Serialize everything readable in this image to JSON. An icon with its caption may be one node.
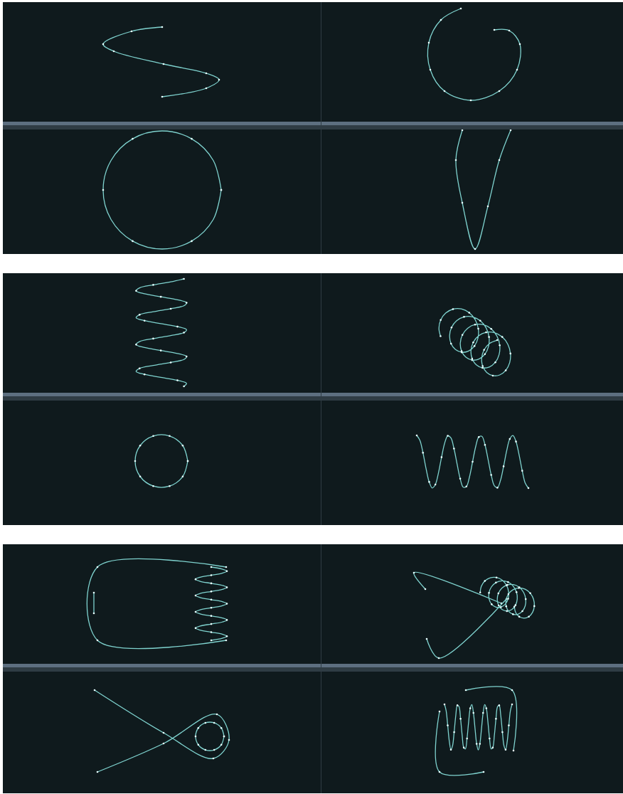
{
  "diagram": {
    "nodes": [
      {
        "text": [],
        "shape": "box"
      },
      {
        "text": [],
        "shape": "picture",
        "in": 0
      },
      {
        "text": [],
        "shape": "picture",
        "in": 0
      },
      {
        "text": [],
        "shape": "picture",
        "in": 0
      },
      {
        "text": [],
        "shape": "picture",
        "in": 0
      },
      {
        "text": [],
        "shape": "box"
      },
      {
        "text": [],
        "shape": "picture",
        "in": 5
      },
      {
        "text": [],
        "shape": "picture",
        "in": 5
      },
      {
        "text": [],
        "shape": "picture",
        "in": 5
      },
      {
        "text": [],
        "shape": "picture",
        "in": 5
      },
      {
        "text": [],
        "shape": "box"
      },
      {
        "text": [],
        "shape": "picture",
        "in": 10
      },
      {
        "text": [],
        "shape": "picture",
        "in": 10
      },
      {
        "text": [],
        "shape": "picture",
        "in": 10
      },
      {
        "text": [],
        "shape": "picture",
        "in": 10
      }
    ]
  }
}
